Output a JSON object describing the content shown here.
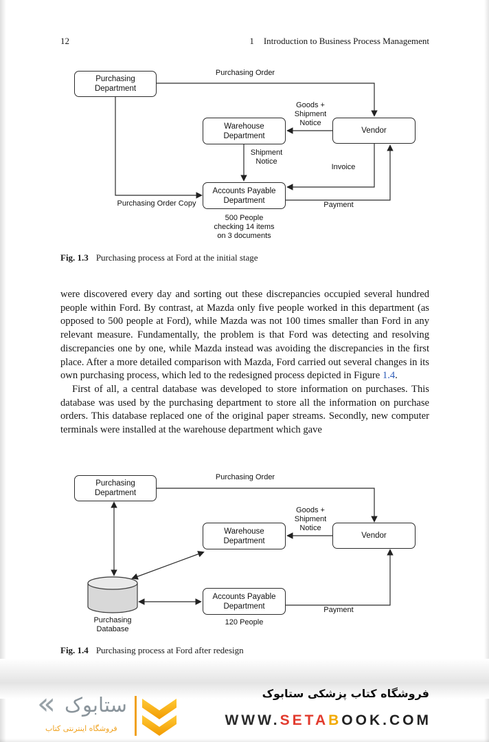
{
  "header": {
    "page_number": "12",
    "chapter_number": "1",
    "chapter_title": "Introduction to Business Process Management"
  },
  "fig13": {
    "nodes": {
      "purchasing": "Purchasing\nDepartment",
      "warehouse": "Warehouse\nDepartment",
      "vendor": "Vendor",
      "accounts": "Accounts Payable\nDepartment"
    },
    "edges": {
      "purchasing_order": "Purchasing Order",
      "goods_shipment": "Goods +\nShipment\nNotice",
      "shipment_notice": "Shipment\nNotice",
      "invoice": "Invoice",
      "payment": "Payment",
      "po_copy": "Purchasing Order Copy"
    },
    "note": "500 People\nchecking 14 items\non 3 documents",
    "caption_label": "Fig. 1.3",
    "caption": "Purchasing process at Ford at the initial stage"
  },
  "body": {
    "para1_before": "were discovered every day and sorting out these discrepancies occupied several hundred people within Ford. By contrast, at Mazda only five people worked in this department (as opposed to 500 people at Ford), while Mazda was not 100 times smaller than Ford in any relevant measure. Fundamentally, the problem is that Ford was detecting and resolving discrepancies one by one, while Mazda instead was avoiding the discrepancies in the first place. After a more detailed comparison with Mazda, Ford carried out several changes in its own purchasing process, which led to the redesigned process depicted in Figure ",
    "para1_link": "1.4",
    "para1_after": ".",
    "para2": "First of all, a central database was developed to store information on purchases. This database was used by the purchasing department to store all the information on purchase orders. This database replaced one of the original paper streams. Secondly, new computer terminals were installed at the warehouse department which gave"
  },
  "fig14": {
    "nodes": {
      "purchasing": "Purchasing\nDepartment",
      "warehouse": "Warehouse\nDepartment",
      "vendor": "Vendor",
      "accounts": "Accounts Payable\nDepartment",
      "database": "Purchasing\nDatabase"
    },
    "edges": {
      "purchasing_order": "Purchasing Order",
      "goods_shipment": "Goods +\nShipment\nNotice",
      "payment": "Payment"
    },
    "note": "120 People",
    "caption_label": "Fig. 1.4",
    "caption": "Purchasing process at Ford after redesign"
  },
  "footer": {
    "tagline": "فروشگاه کتاب پزشکی ستابوک",
    "logo_chevron": "«",
    "logo_name": "ستابوک",
    "logo_sub": "فروشگاه اینترنتی کتاب",
    "url_letters": [
      {
        "ch": "W",
        "color": "#2b2b2b"
      },
      {
        "ch": "W",
        "color": "#2b2b2b"
      },
      {
        "ch": "W",
        "color": "#2b2b2b"
      },
      {
        "ch": ".",
        "color": "#2b2b2b"
      },
      {
        "ch": "S",
        "color": "#e23b2e"
      },
      {
        "ch": "E",
        "color": "#e23b2e"
      },
      {
        "ch": "T",
        "color": "#e23b2e"
      },
      {
        "ch": "A",
        "color": "#e23b2e"
      },
      {
        "ch": "B",
        "color": "#f2a900"
      },
      {
        "ch": "O",
        "color": "#222222"
      },
      {
        "ch": "O",
        "color": "#222222"
      },
      {
        "ch": "K",
        "color": "#222222"
      },
      {
        "ch": ".",
        "color": "#222222"
      },
      {
        "ch": "C",
        "color": "#222222"
      },
      {
        "ch": "O",
        "color": "#222222"
      },
      {
        "ch": "M",
        "color": "#222222"
      }
    ]
  }
}
